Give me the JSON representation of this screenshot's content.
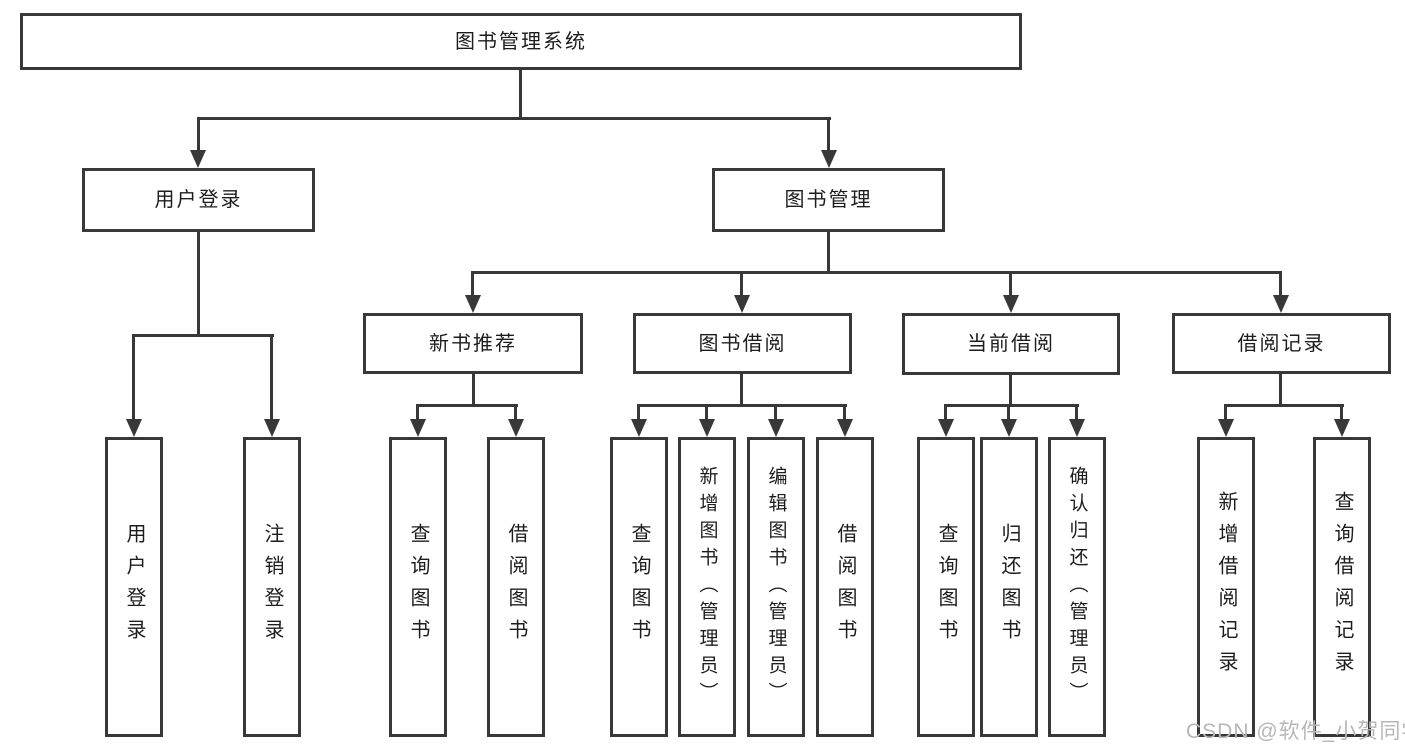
{
  "colors": {
    "line": "#383838",
    "text": "#1d1d1d",
    "box_fill": "#ffffff",
    "watermark": "#b7b7b7",
    "background": "#ffffff"
  },
  "diagram": {
    "root": {
      "label": "图书管理系统"
    },
    "level2": {
      "user_login": {
        "label": "用户登录"
      },
      "book_management": {
        "label": "图书管理"
      }
    },
    "level3": {
      "new_book_recommend": {
        "label": "新书推荐"
      },
      "book_borrowing": {
        "label": "图书借阅"
      },
      "current_borrowing": {
        "label": "当前借阅"
      },
      "borrowing_records": {
        "label": "借阅记录"
      }
    },
    "leaves": {
      "user_login": [
        "用户登录",
        "注销登录"
      ],
      "new_book_recommend": [
        "查询图书",
        "借阅图书"
      ],
      "book_borrowing": [
        "查询图书",
        "新增图书（管理员）",
        "编辑图书（管理员）",
        "借阅图书"
      ],
      "current_borrowing": [
        "查询图书",
        "归还图书",
        "确认归还（管理员）"
      ],
      "borrowing_records": [
        "新增借阅记录",
        "查询借阅记录"
      ]
    }
  },
  "watermark": {
    "text": "CSDN @软件_小贺同学"
  }
}
